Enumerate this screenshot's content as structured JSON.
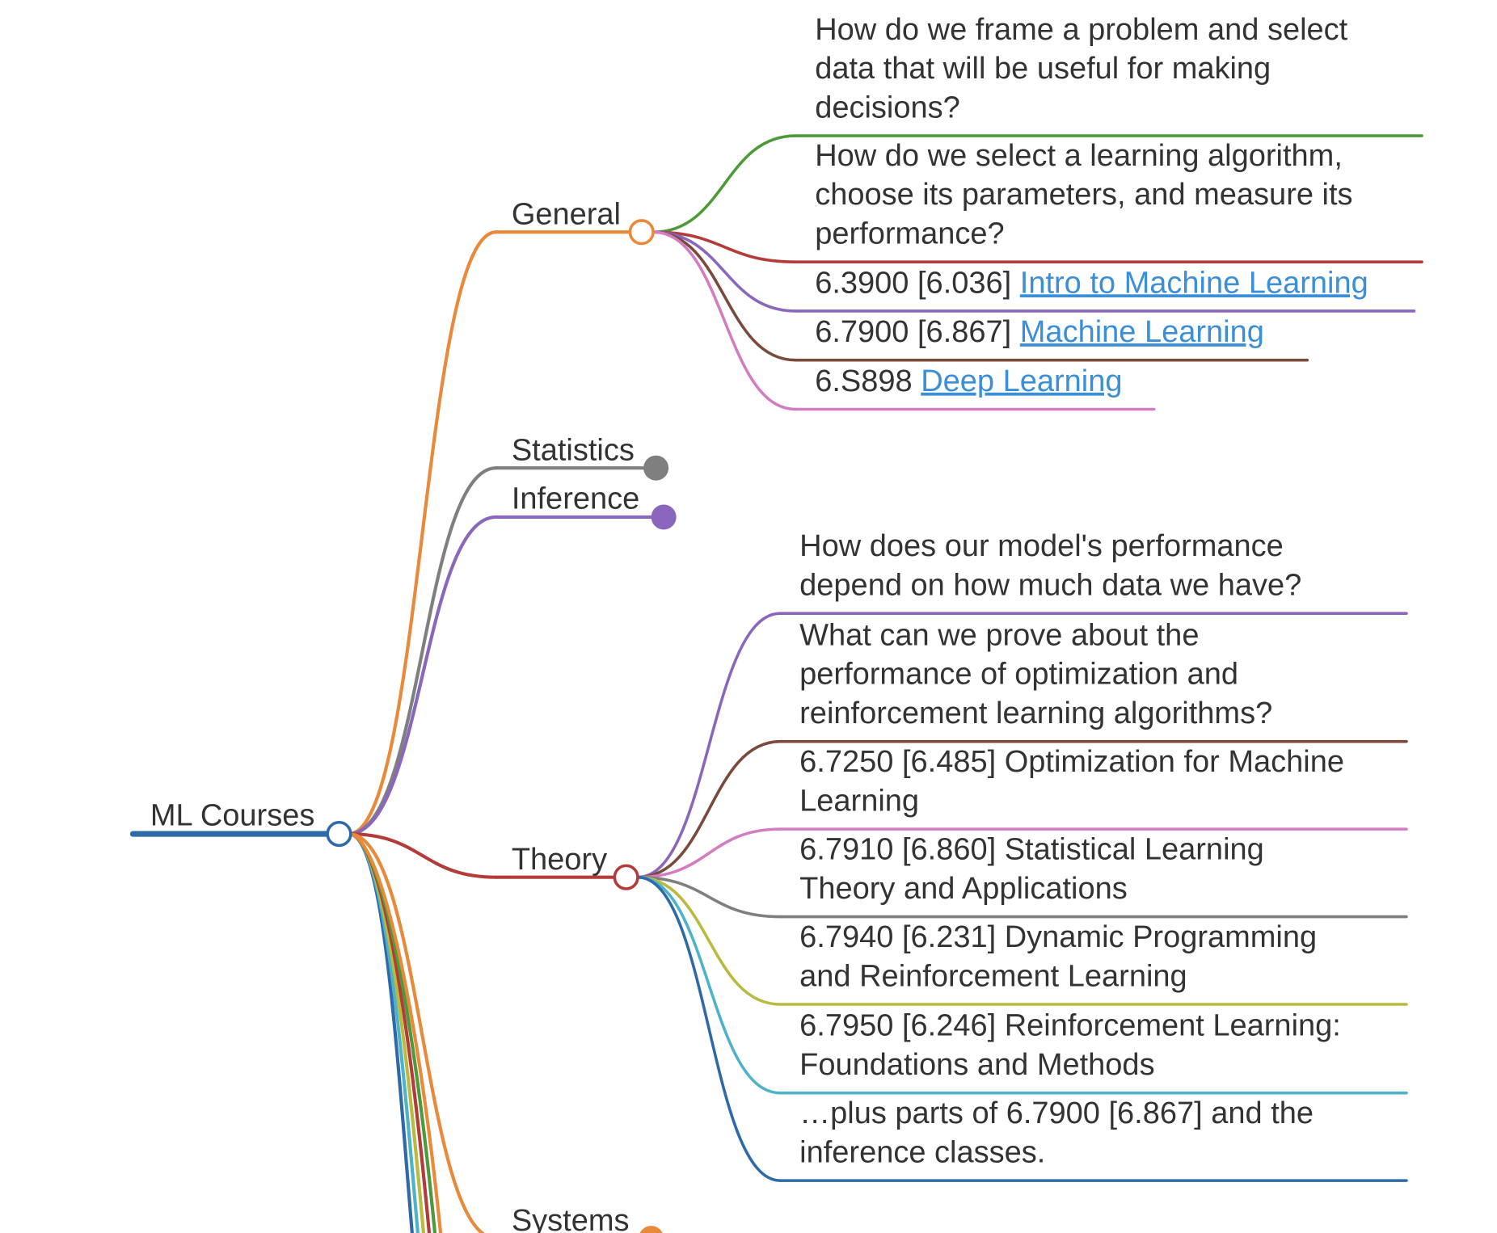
{
  "root": {
    "label": "ML Courses",
    "color": "#2f6aa8"
  },
  "branches": [
    {
      "id": "general",
      "label": "General",
      "color": "#e88a3a",
      "collapsed": false,
      "children": [
        {
          "color": "#4c9a3a",
          "lines": [
            "How do we frame a problem and select",
            "data that will be useful for making",
            "decisions?"
          ]
        },
        {
          "color": "#b53a3a",
          "lines": [
            "How do we select a learning algorithm,",
            "choose its parameters, and measure its",
            "performance?"
          ]
        },
        {
          "color": "#8a66bd",
          "code": "6.3900 [6.036] ",
          "link": "Intro to Machine Learning"
        },
        {
          "color": "#7a4a3a",
          "code": "6.7900 [6.867] ",
          "link": "Machine Learning"
        },
        {
          "color": "#d47cc0",
          "code": "6.S898 ",
          "link": "Deep Learning"
        }
      ]
    },
    {
      "id": "statistics",
      "label": "Statistics",
      "color": "#7f7f7f",
      "collapsed": true
    },
    {
      "id": "inference",
      "label": "Inference",
      "color": "#8a66bd",
      "collapsed": true
    },
    {
      "id": "theory",
      "label": "Theory",
      "color": "#b53a3a",
      "collapsed": false,
      "children": [
        {
          "color": "#8a66bd",
          "lines": [
            "How does our model's performance",
            "depend on how much data we have?"
          ]
        },
        {
          "color": "#7a4a3a",
          "lines": [
            "What can we prove about the",
            "performance of optimization and",
            "reinforcement learning algorithms?"
          ]
        },
        {
          "color": "#d47cc0",
          "lines": [
            "6.7250 [6.485] Optimization for Machine",
            "Learning"
          ]
        },
        {
          "color": "#7f7f7f",
          "lines": [
            "6.7910 [6.860] Statistical Learning",
            "Theory and Applications"
          ]
        },
        {
          "color": "#b8bb3e",
          "lines": [
            "6.7940 [6.231] Dynamic Programming",
            "and Reinforcement Learning"
          ]
        },
        {
          "color": "#4eb3c8",
          "lines": [
            "6.7950 [6.246] Reinforcement Learning:",
            "Foundations and Methods"
          ]
        },
        {
          "color": "#2f6aa8",
          "lines": [
            "…plus parts of 6.7900 [6.867] and the",
            "inference classes."
          ]
        }
      ]
    },
    {
      "id": "systems",
      "label": "Systems",
      "color": "#e88a3a",
      "collapsed": true
    }
  ],
  "offscreen_link_colors": [
    "#2f6aa8",
    "#4eb3c8",
    "#b8bb3e",
    "#b53a3a",
    "#4c9a3a",
    "#e88a3a"
  ]
}
